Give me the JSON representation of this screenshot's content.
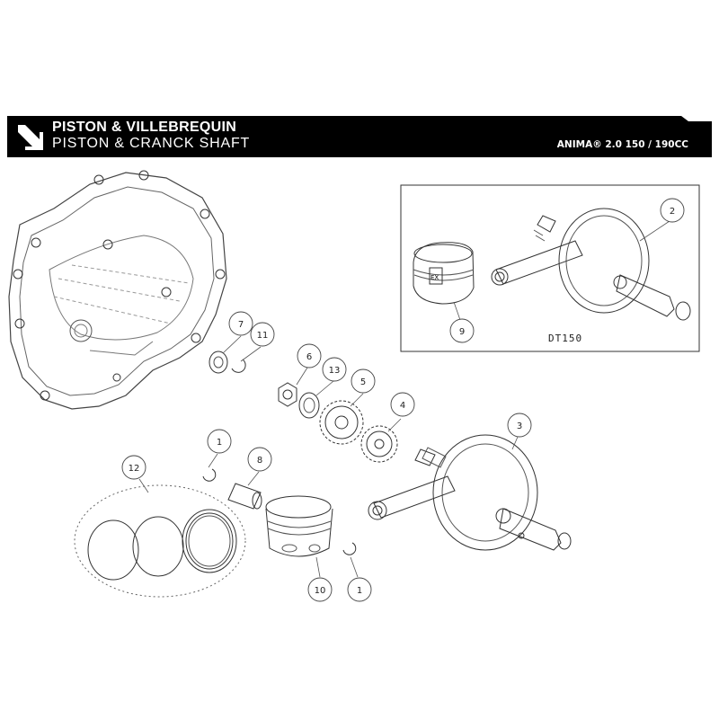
{
  "header": {
    "title_fr": "PISTON & VILLEBREQUIN",
    "title_en": "PISTON & CRANCK SHAFT",
    "model": "ANIMA® 2.0 150 / 190CC",
    "icon": "arrow-down-right-icon"
  },
  "inset": {
    "variant_label": "DT150"
  },
  "callouts": {
    "c1a": "1",
    "c1b": "1",
    "c2": "2",
    "c3": "3",
    "c4": "4",
    "c5": "5",
    "c6": "6",
    "c7": "7",
    "c8": "8",
    "c9": "9",
    "c10": "10",
    "c11": "11",
    "c12": "12",
    "c13": "13"
  },
  "piston_marking": "EX"
}
